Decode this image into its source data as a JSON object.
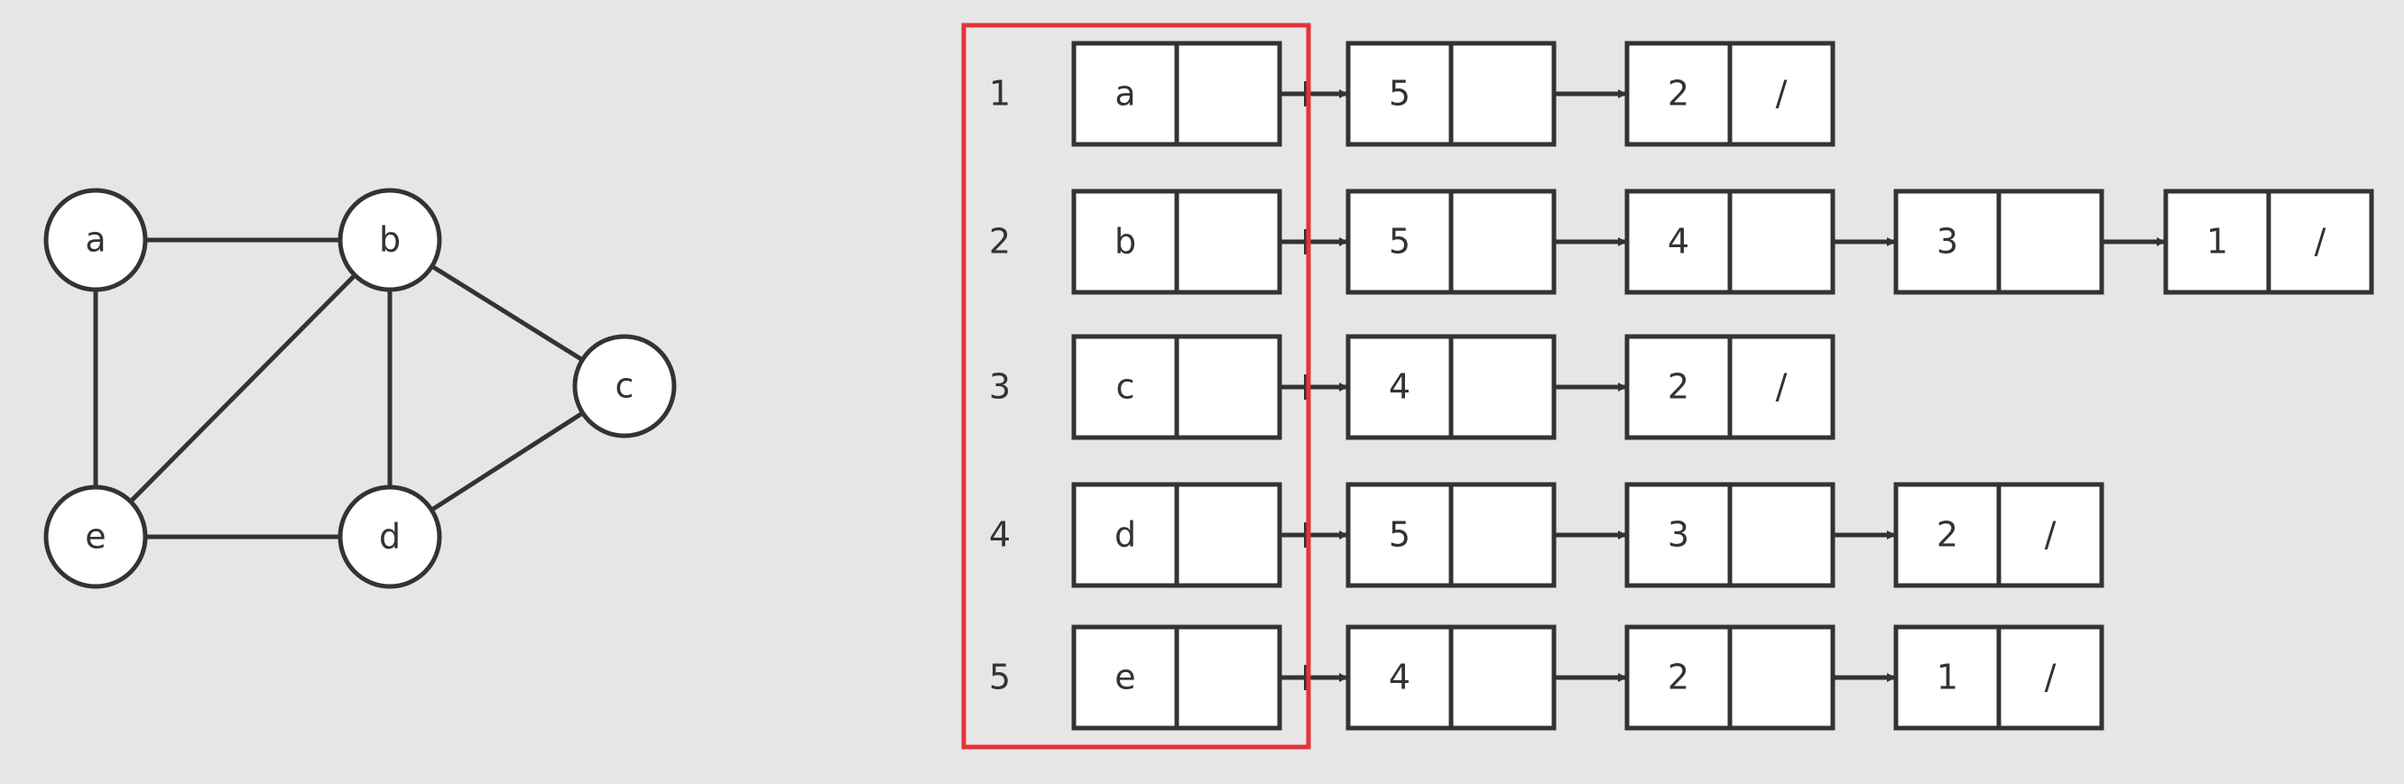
{
  "colors": {
    "background": "#e6e6e6",
    "stroke": "#333333",
    "highlight": "#e5333a",
    "fill": "#ffffff"
  },
  "graph": {
    "nodes": [
      {
        "id": "a",
        "label": "a"
      },
      {
        "id": "b",
        "label": "b"
      },
      {
        "id": "c",
        "label": "c"
      },
      {
        "id": "d",
        "label": "d"
      },
      {
        "id": "e",
        "label": "e"
      }
    ],
    "edges": [
      [
        "a",
        "b"
      ],
      [
        "a",
        "e"
      ],
      [
        "b",
        "e"
      ],
      [
        "b",
        "d"
      ],
      [
        "b",
        "c"
      ],
      [
        "e",
        "d"
      ],
      [
        "d",
        "c"
      ]
    ]
  },
  "adjacency_list": {
    "rows": [
      {
        "index": "1",
        "vertex": "a",
        "neighbors": [
          "5",
          "2"
        ]
      },
      {
        "index": "2",
        "vertex": "b",
        "neighbors": [
          "5",
          "4",
          "3",
          "1"
        ]
      },
      {
        "index": "3",
        "vertex": "c",
        "neighbors": [
          "4",
          "2"
        ]
      },
      {
        "index": "4",
        "vertex": "d",
        "neighbors": [
          "5",
          "3",
          "2"
        ]
      },
      {
        "index": "5",
        "vertex": "e",
        "neighbors": [
          "4",
          "2",
          "1"
        ]
      }
    ],
    "null_marker": "/"
  }
}
